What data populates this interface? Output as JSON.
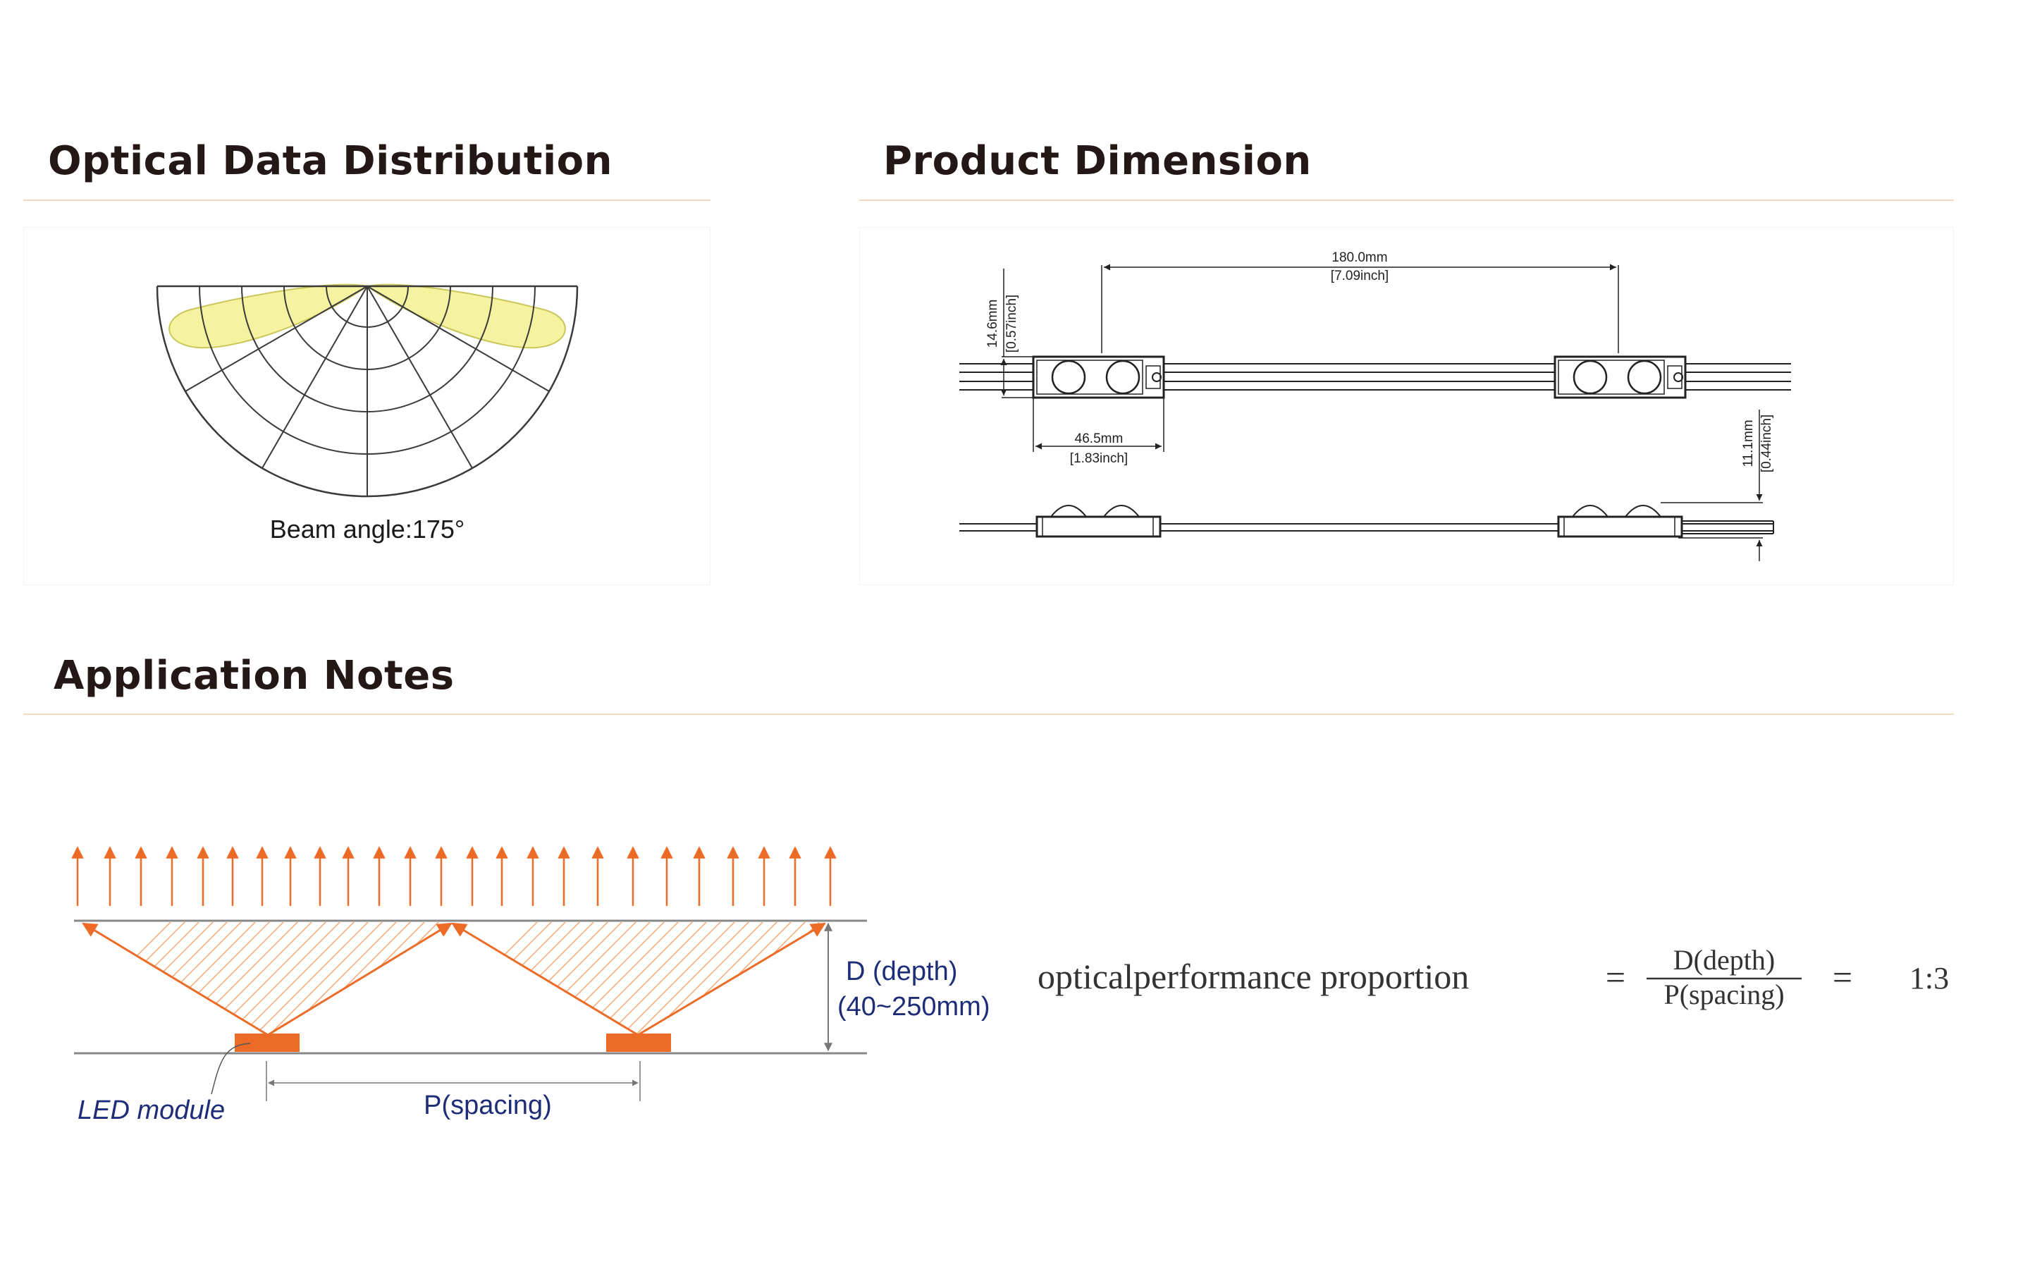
{
  "sections": {
    "optical": {
      "title": "Optical Data Distribution",
      "beam_label": "Beam angle:175°"
    },
    "dimension": {
      "title": "Product Dimension",
      "labels": {
        "spacing_mm": "180.0mm",
        "spacing_in": "[7.09inch]",
        "height_mm": "14.6mm",
        "height_in": "[0.57inch]",
        "length_mm": "46.5mm",
        "length_in": "[1.83inch]",
        "depth_mm": "11.1mm",
        "depth_in": "[0.44inch]"
      }
    },
    "application": {
      "title": "Application Notes",
      "labels": {
        "depth": "D (depth)",
        "depth_range": "(40~250mm)",
        "spacing": "P(spacing)",
        "led_module": "LED module"
      },
      "formula": {
        "lhs": "opticalperformance proportion",
        "numerator": "D(depth)",
        "denominator": "P(spacing)",
        "result": "1:3"
      }
    }
  },
  "colors": {
    "beam_fill": "#f5f3a0",
    "accent_orange": "#ec6b26",
    "label_navy": "#1e2d78",
    "rule": "#f1dcc0"
  }
}
